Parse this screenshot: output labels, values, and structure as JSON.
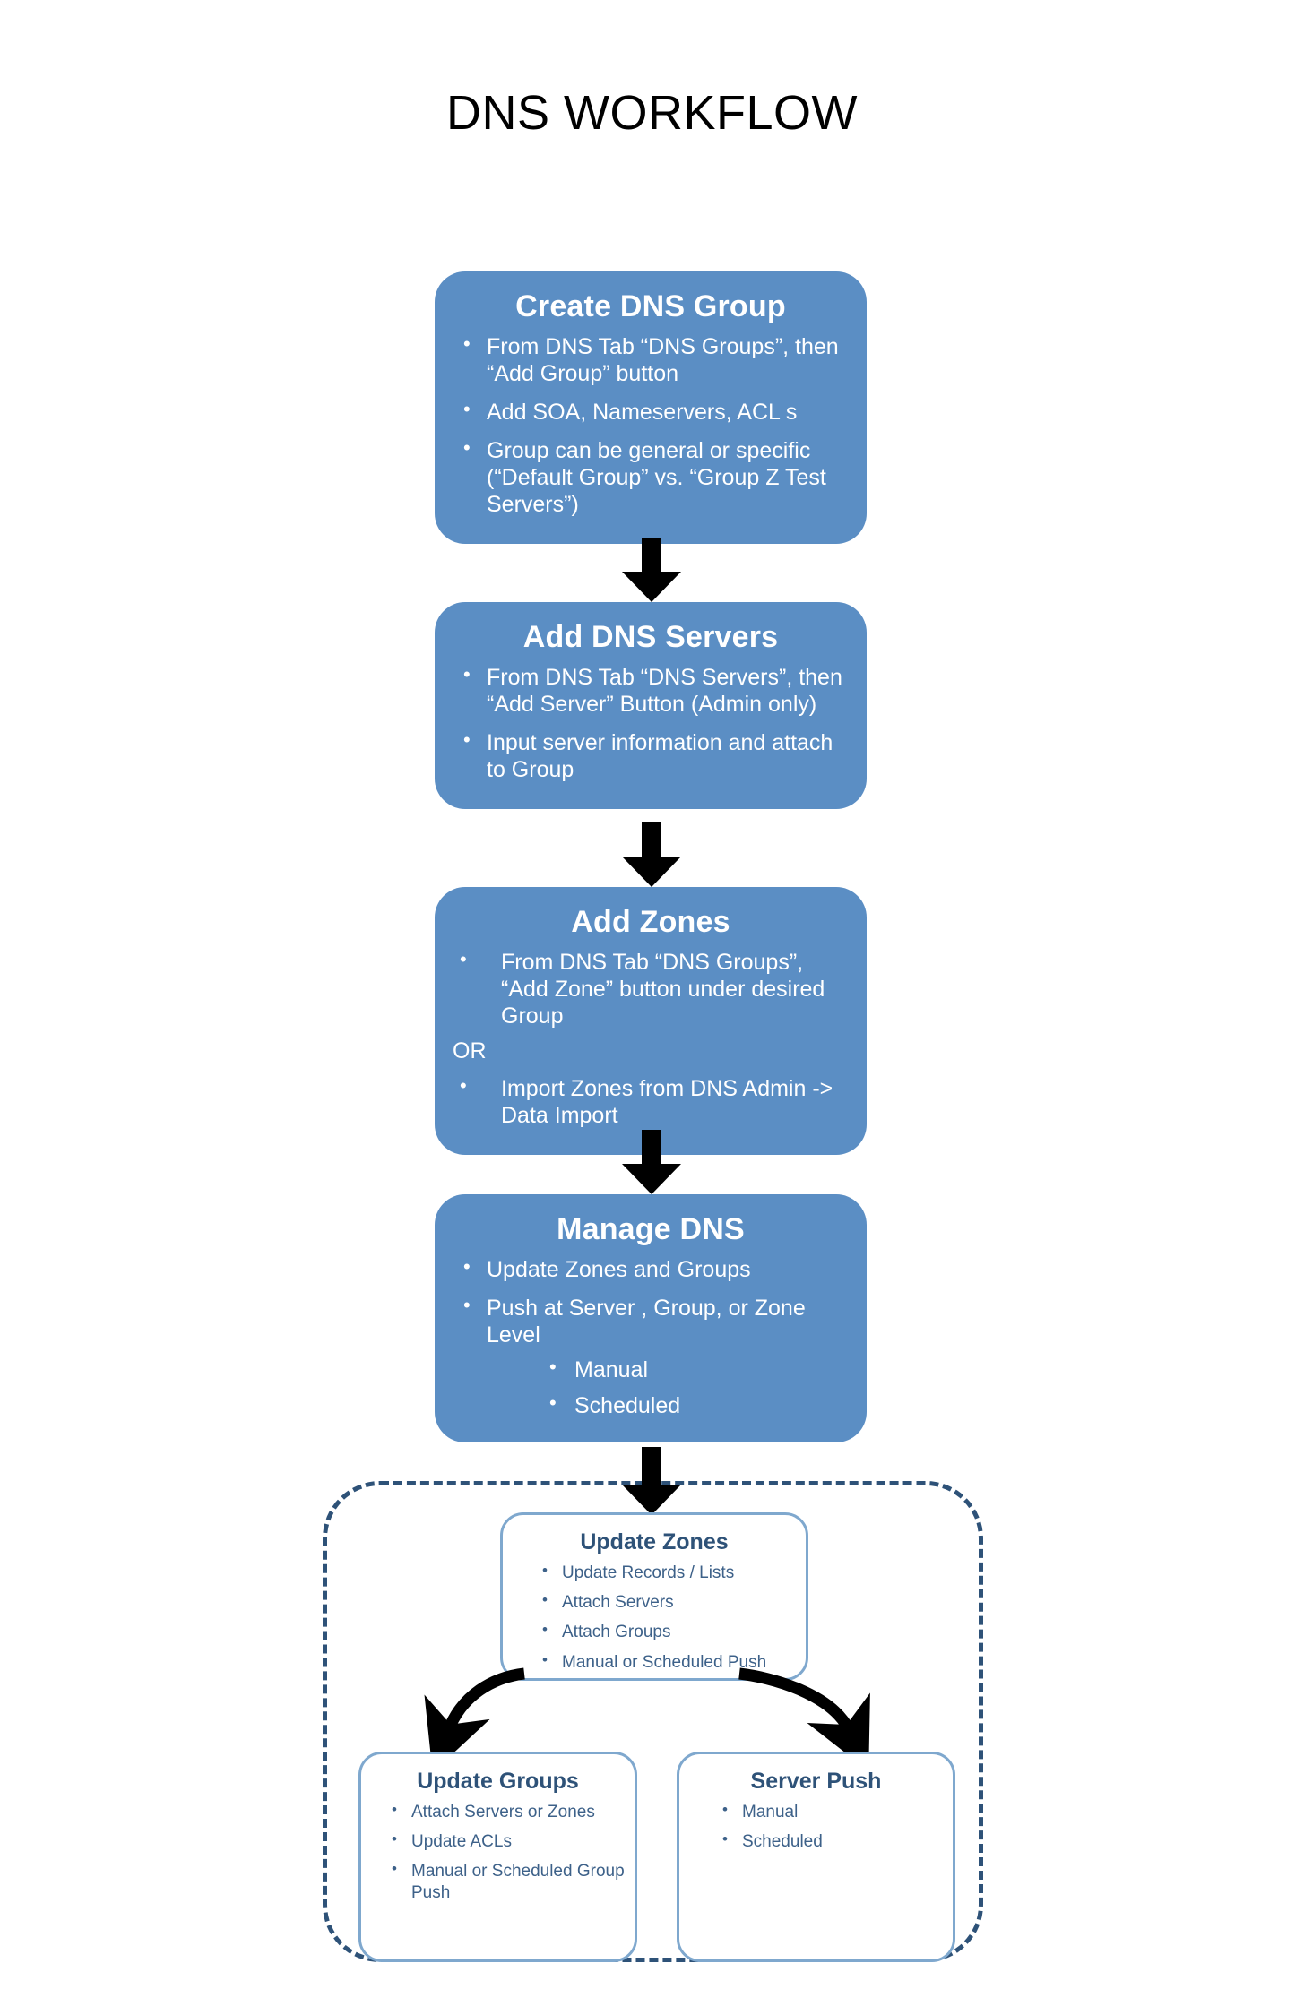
{
  "title": "DNS WORKFLOW",
  "colors": {
    "box_fill": "#5B8EC4",
    "box_text": "#FFFFFF",
    "outline_border": "#7FA8CE",
    "outline_text": "#3D6189",
    "outline_title": "#2E5278",
    "dashed_border": "#2E5278",
    "arrow": "#000000",
    "background": "#FFFFFF"
  },
  "steps": [
    {
      "id": "create-dns-group",
      "title": "Create DNS Group",
      "bullets": [
        "From DNS Tab “DNS Groups”, then “Add Group” button",
        "Add SOA, Nameservers, ACL s",
        "Group can be general or specific (“Default Group” vs. “Group Z Test Servers”)"
      ]
    },
    {
      "id": "add-dns-servers",
      "title": "Add DNS Servers",
      "bullets": [
        "From DNS Tab “DNS Servers”, then “Add Server” Button (Admin only)",
        "Input server information and attach to Group"
      ]
    },
    {
      "id": "add-zones",
      "title": "Add  Zones",
      "bullets_first": [
        "From DNS Tab “DNS Groups”, “Add Zone” button under desired Group"
      ],
      "separator": "OR",
      "bullets_second": [
        "Import Zones from DNS Admin -> Data Import"
      ]
    },
    {
      "id": "manage-dns",
      "title": "Manage DNS",
      "bullets": [
        "Update Zones and Groups",
        "Push at Server , Group, or Zone Level"
      ],
      "sub_bullets": [
        "Manual",
        "Scheduled"
      ]
    }
  ],
  "detail_boxes": [
    {
      "id": "update-zones",
      "title": "Update Zones",
      "bullets": [
        "Update Records / Lists",
        "Attach Servers",
        "Attach Groups",
        "Manual or Scheduled Push"
      ]
    },
    {
      "id": "update-groups",
      "title": "Update Groups",
      "bullets": [
        "Attach Servers or Zones",
        "Update ACLs",
        "Manual or Scheduled Group Push"
      ]
    },
    {
      "id": "server-push",
      "title": "Server Push",
      "bullets": [
        "Manual",
        "Scheduled"
      ]
    }
  ]
}
